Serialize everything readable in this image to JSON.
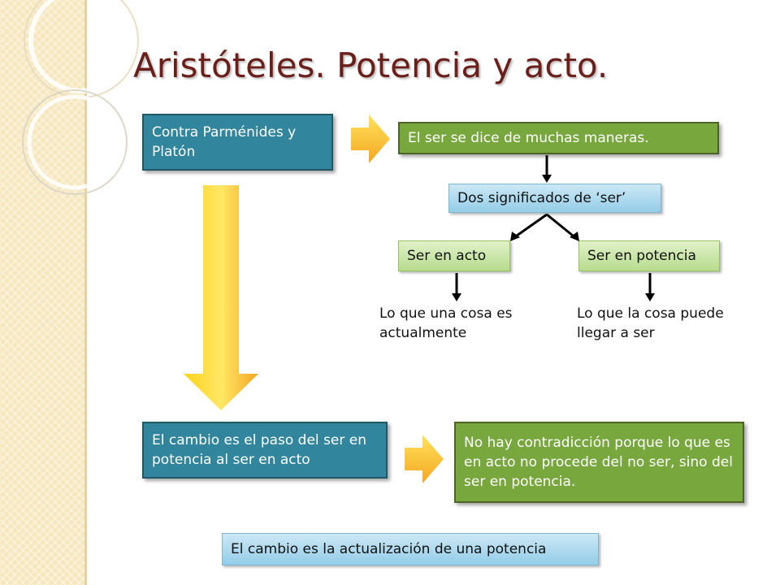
{
  "title": "Aristóteles. Potencia y acto.",
  "nodes": {
    "contra": "Contra Parménides y Platón",
    "ser_dice": "El ser se dice de muchas maneras.",
    "dos_significados": "Dos significados de ‘ser’",
    "ser_acto": "Ser en acto",
    "ser_potencia": "Ser en potencia",
    "desc_acto": "Lo que una cosa es actualmente",
    "desc_potencia": "Lo que la cosa puede llegar a ser",
    "cambio_paso": "El cambio es el paso del ser en potencia al ser en acto",
    "no_contradiccion": "No hay contradicción porque lo que es en acto no procede del no ser, sino del ser en potencia.",
    "actualizacion": "El cambio es la actualización de una potencia"
  },
  "colors": {
    "title": "#6b1f1a",
    "teal": "#31859c",
    "green": "#77a73d",
    "arrow_yellow": "#ffd21a",
    "arrow_orange": "#f5a623"
  }
}
